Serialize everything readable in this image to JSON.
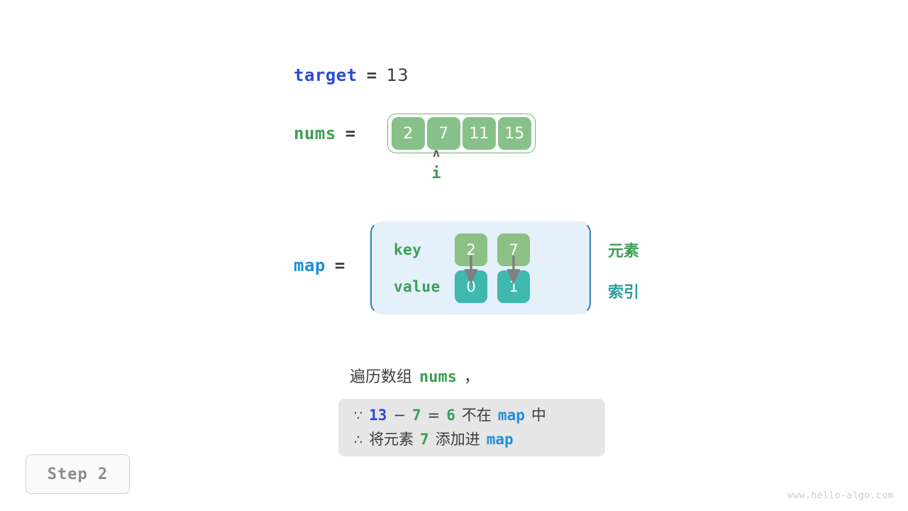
{
  "target": {
    "name": "target",
    "equals": "=",
    "value": "13"
  },
  "nums": {
    "name": "nums",
    "equals": "=",
    "cells": [
      "2",
      "7",
      "11",
      "15"
    ],
    "pointer": {
      "caret": "ʌ",
      "label": "i",
      "index": 1
    }
  },
  "map": {
    "name": "map",
    "equals": "=",
    "key_row_label": "key",
    "value_row_label": "value",
    "keys": [
      "2",
      "7"
    ],
    "values": [
      "0",
      "1"
    ],
    "side_labels": {
      "element": "元素",
      "index": "索引"
    }
  },
  "caption": {
    "prefix": "遍历数组",
    "code": "nums",
    "suffix": "，"
  },
  "conclusion": {
    "line1": {
      "symbol": "∵",
      "a": "13",
      "minus": "−",
      "b": "7",
      "equals": "=",
      "result": "6",
      "text": "不在",
      "map": "map",
      "tail": "中"
    },
    "line2": {
      "symbol": "∴",
      "text_pre": "将元素",
      "value": "7",
      "text_post": "添加进",
      "map": "map"
    }
  },
  "step_badge": "Step 2",
  "watermark": "www.hello-algo.com",
  "colors": {
    "blue": "#2b4bd4",
    "light_blue": "#1f8fd8",
    "green": "#3e9e57",
    "teal": "#2e9e9e",
    "cell_green": "#88c08a",
    "key_green": "#8cc084",
    "value_teal": "#3fb8ae",
    "map_bg": "#e4f0fa",
    "map_border": "#2e7ebd",
    "box_gray": "#e6e6e6",
    "text_dark": "#3c3c3c",
    "arrow_gray": "#808080"
  }
}
